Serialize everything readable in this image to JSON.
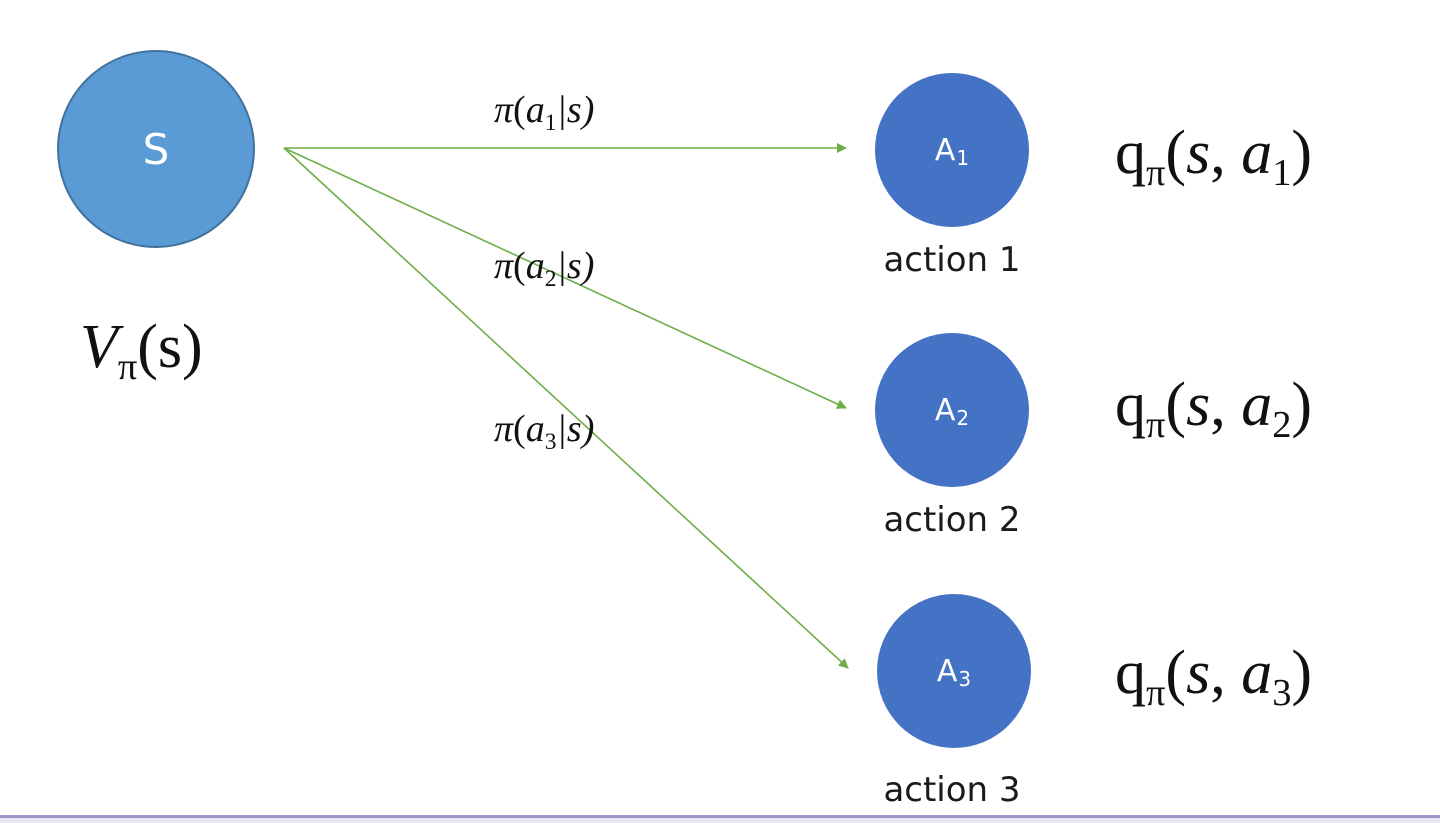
{
  "state": {
    "label": "S",
    "value_symbol": "V",
    "value_sub": "π",
    "value_arg": "(s)"
  },
  "actions": [
    {
      "letter": "A",
      "sub": "1",
      "caption": "action 1",
      "policy": {
        "pi": "π",
        "open": "(",
        "a": "a",
        "a_sub": "1",
        "rest": "|s)"
      },
      "q": {
        "q": "q",
        "q_sub": "π",
        "open": "(",
        "s": "s",
        "comma": ", ",
        "a": "a",
        "a_sub": "1",
        "close": ")"
      }
    },
    {
      "letter": "A",
      "sub": "2",
      "caption": "action 2",
      "policy": {
        "pi": "π",
        "open": "(",
        "a": "a",
        "a_sub": "2",
        "rest": "|s)"
      },
      "q": {
        "q": "q",
        "q_sub": "π",
        "open": "(",
        "s": "s",
        "comma": ", ",
        "a": "a",
        "a_sub": "2",
        "close": ")"
      }
    },
    {
      "letter": "A",
      "sub": "3",
      "caption": "action 3",
      "policy": {
        "pi": "π",
        "open": "(",
        "a": "a",
        "a_sub": "3",
        "rest": "|s)"
      },
      "q": {
        "q": "q",
        "q_sub": "π",
        "open": "(",
        "s": "s",
        "comma": ", ",
        "a": "a",
        "a_sub": "3",
        "close": ")"
      }
    }
  ],
  "colors": {
    "state_fill": "#5b9bd5",
    "action_fill": "#4472c4",
    "arrow": "#70ad47"
  }
}
